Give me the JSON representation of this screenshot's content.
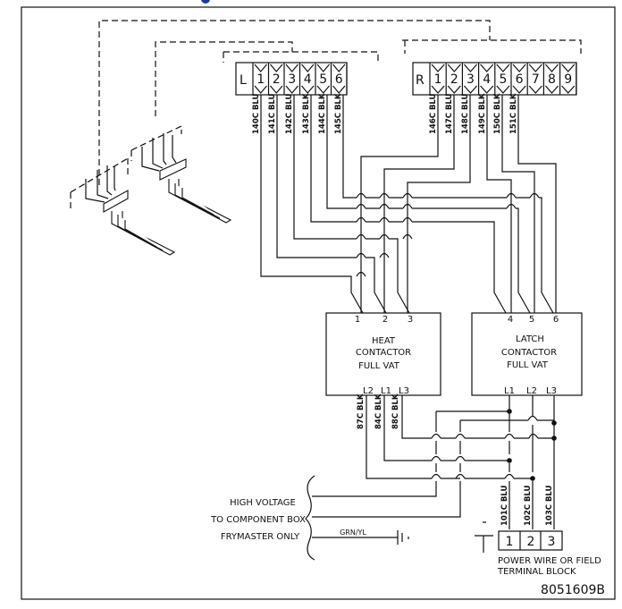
{
  "diagram": {
    "drawing_number": "8051609B",
    "terminal_block_left": {
      "label": "L",
      "positions": [
        "1",
        "2",
        "3",
        "4",
        "5",
        "6"
      ],
      "wires": [
        "140C BLU",
        "141C BLU",
        "142C BLU",
        "143C BLK",
        "144C BLK",
        "145C BLK"
      ]
    },
    "terminal_block_right": {
      "label": "R",
      "positions": [
        "1",
        "2",
        "3",
        "4",
        "5",
        "6",
        "7",
        "8",
        "9"
      ],
      "wires": [
        "146C BLU",
        "147C BLU",
        "148C BLU",
        "149C BLK",
        "150C BLK",
        "151C BLK"
      ]
    },
    "heat_contactor": {
      "title_lines": [
        "HEAT",
        "CONTACTOR",
        "FULL VAT"
      ],
      "inputs": [
        "1",
        "2",
        "3"
      ],
      "outputs": [
        "L2",
        "L1",
        "L3"
      ],
      "output_wires": [
        "87C BLK",
        "84C BLK",
        "88C BLK"
      ]
    },
    "latch_contactor": {
      "title_lines": [
        "LATCH",
        "CONTACTOR",
        "FULL VAT"
      ],
      "inputs": [
        "4",
        "5",
        "6"
      ],
      "outputs": [
        "L1",
        "L2",
        "L3"
      ]
    },
    "high_voltage_note": [
      "HIGH VOLTAGE",
      "TO COMPONENT BOX",
      "FRYMASTER ONLY"
    ],
    "ground_wire_label": "GRN/YL",
    "power_terminal_block": {
      "positions": [
        "1",
        "2",
        "3"
      ],
      "wires": [
        "101C BLU",
        "102C BLU",
        "103C BLU"
      ],
      "caption_lines": [
        "POWER WIRE OR FIELD",
        "TERMINAL BLOCK"
      ]
    }
  }
}
